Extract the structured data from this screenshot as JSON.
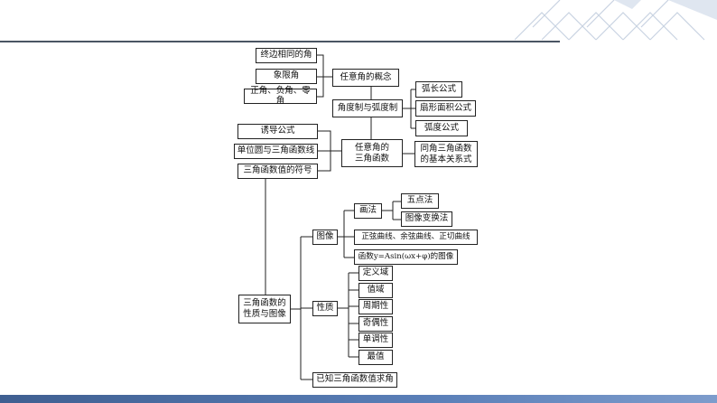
{
  "colors": {
    "line": "#222222",
    "bar": "#3f5f91",
    "accent": "#4a5563"
  },
  "nodes": {
    "coterminal": "终边相同的角",
    "quadrant_angle": "象限角",
    "pos_neg_zero": "正角、负角、零角",
    "any_angle_concept": "任意角的概念",
    "degree_radian": "角度制与弧度制",
    "arc_length": "弧长公式",
    "sector_area": "扇形面积公式",
    "radian_degree": "弧度公式",
    "induction": "诱导公式",
    "unit_circle": "单位圆与三角函数线",
    "sign_of_values": "三角函数值的符号",
    "trig_of_any_angle": "任意角的\n三角函数",
    "same_angle_relations": "同角三角函数\n的基本关系式",
    "properties_and_graphs": "三角函数的\n性质与图像",
    "graph": "图像",
    "drawing": "画法",
    "five_point": "五点法",
    "transformation": "图像变换法",
    "curves": "正弦曲线、余弦曲线、正切曲线",
    "y_asin": "函数y=Asin(ωx+φ)的图像",
    "property": "性质",
    "domain": "定义域",
    "range": "值域",
    "period": "周期性",
    "parity": "奇偶性",
    "monotonic": "单调性",
    "extremum": "最值",
    "find_angle": "已知三角函数值求角"
  }
}
